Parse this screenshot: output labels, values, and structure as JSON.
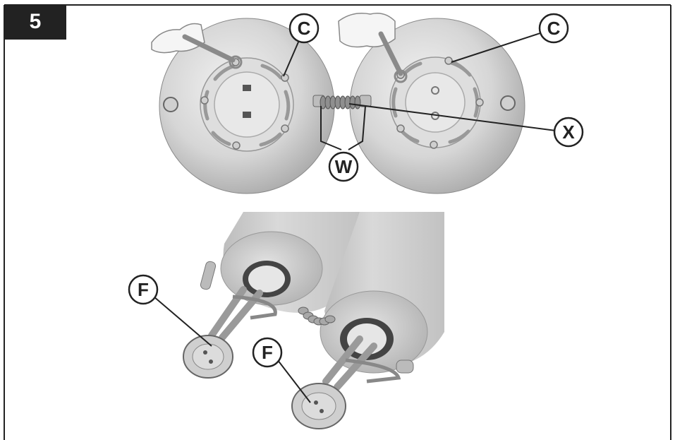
{
  "step": {
    "number": "5"
  },
  "callouts": {
    "c_left": "C",
    "c_right": "C",
    "x": "X",
    "w": "W",
    "f_left": "F",
    "f_right": "F"
  },
  "colors": {
    "ink": "#222222",
    "tank_light": "#e4e4e4",
    "tank_mid": "#cfcfcf",
    "tank_dark": "#9a9a9a",
    "background": "#ffffff"
  }
}
